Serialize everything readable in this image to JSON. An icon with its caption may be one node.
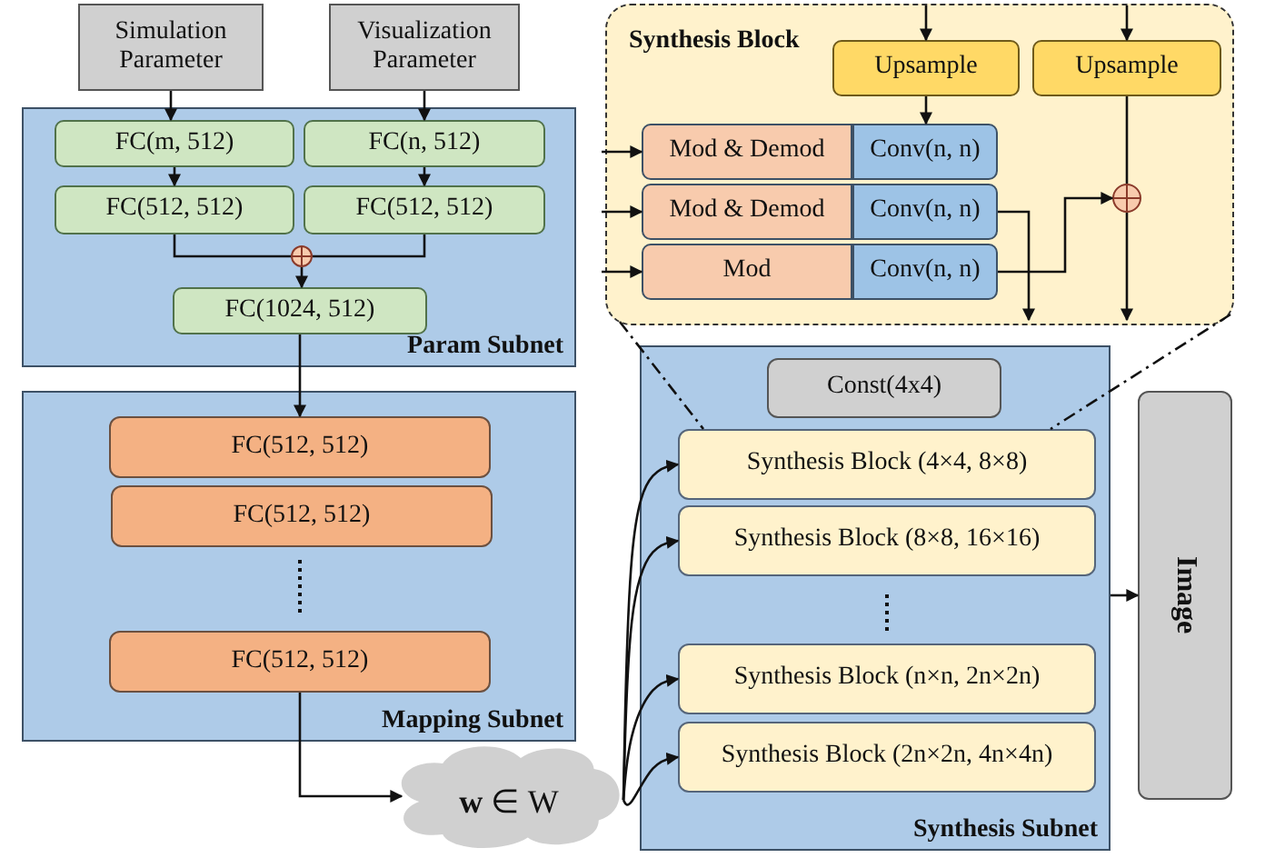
{
  "diagram": {
    "nodes": [
      {
        "text": [
          "Simulation Parameter"
        ]
      },
      {
        "text": [
          "Visualization Parameter"
        ]
      },
      {
        "text": [
          "Param Subnet"
        ]
      },
      {
        "text": [
          "FC(m, 512)"
        ],
        "in": 2
      },
      {
        "text": [
          "FC(n, 512)"
        ],
        "in": 2
      },
      {
        "text": [
          "FC(512, 512)"
        ],
        "in": 2
      },
      {
        "text": [
          "FC(512, 512)"
        ],
        "in": 2
      },
      {
        "text": [],
        "shape": "circle",
        "in": 2
      },
      {
        "text": [
          "FC(1024, 512)"
        ],
        "in": 2
      },
      {
        "text": [
          "Mapping Subnet"
        ]
      },
      {
        "text": [
          "FC(512, 512)"
        ],
        "in": 9
      },
      {
        "text": [
          "FC(512, 512)"
        ],
        "in": 9
      },
      {
        "text": [
          "FC(512, 512)"
        ],
        "in": 9
      },
      {
        "text": [
          "**w** ∈ W"
        ]
      },
      {
        "text": [
          "Synthesis Subnet"
        ]
      },
      {
        "text": [
          "Const(4x4)"
        ],
        "in": 14
      },
      {
        "text": [
          "Synthesis Block (4×4, 8×8)"
        ],
        "in": 14
      },
      {
        "text": [
          "Synthesis Block (8×8, 16×16)"
        ],
        "in": 14
      },
      {
        "text": [
          "Synthesis Block (n×n, 2n×2n)"
        ],
        "in": 14
      },
      {
        "text": [
          "Synthesis Block (2n×2n, 4n×4n)"
        ],
        "in": 14
      },
      {
        "text": [
          "Image"
        ]
      },
      {
        "text": [
          "Synthesis Block"
        ]
      },
      {
        "text": [
          "Upsample"
        ],
        "in": 21
      },
      {
        "text": [
          "Upsample"
        ],
        "in": 21
      },
      {
        "text": [
          "Mod & Demod"
        ],
        "in": 21
      },
      {
        "text": [
          "Conv(n, n)"
        ],
        "in": 21
      },
      {
        "text": [
          "Mod & Demod"
        ],
        "in": 21
      },
      {
        "text": [
          "Conv(n, n)"
        ],
        "in": 21
      },
      {
        "text": [
          "Mod"
        ],
        "in": 21
      },
      {
        "text": [
          "Conv(n, n)"
        ],
        "in": 21
      },
      {
        "text": [],
        "shape": "circle",
        "in": 21
      }
    ],
    "edges": [
      {
        "from": 0,
        "to": 3,
        "arrow": "to"
      },
      {
        "from": 1,
        "to": 4,
        "arrow": "to"
      },
      {
        "from": 3,
        "to": 5,
        "arrow": "to"
      },
      {
        "from": 4,
        "to": 6,
        "arrow": "to"
      },
      {
        "from": 5,
        "to": 7,
        "arrow": "none"
      },
      {
        "from": 6,
        "to": 7,
        "arrow": "none"
      },
      {
        "from": 7,
        "to": 8,
        "arrow": "to"
      },
      {
        "from": 8,
        "to": 10,
        "arrow": "to"
      },
      {
        "from": 12,
        "to": 13,
        "arrow": "to"
      },
      {
        "from": 13,
        "to": 16,
        "arrow": "to"
      },
      {
        "from": 13,
        "to": 17,
        "arrow": "to"
      },
      {
        "from": 13,
        "to": 18,
        "arrow": "to"
      },
      {
        "from": 13,
        "to": 19,
        "arrow": "to"
      },
      {
        "from": 14,
        "to": 20,
        "arrow": "to"
      },
      {
        "from": null,
        "to": 22,
        "arrow": "to"
      },
      {
        "from": null,
        "to": 23,
        "arrow": "to"
      },
      {
        "from": 22,
        "to": 25,
        "arrow": "to"
      },
      {
        "from": null,
        "to": 24,
        "arrow": "to"
      },
      {
        "from": null,
        "to": 26,
        "arrow": "to"
      },
      {
        "from": null,
        "to": 28,
        "arrow": "to"
      },
      {
        "from": 27,
        "to": null,
        "arrow": "to"
      },
      {
        "from": 29,
        "to": 30,
        "arrow": "to"
      },
      {
        "from": 23,
        "to": 30,
        "arrow": "none"
      },
      {
        "from": 30,
        "to": null,
        "arrow": "to"
      },
      {
        "from": 21,
        "to": 16,
        "arrow": "none",
        "style": "dashed"
      },
      {
        "from": 21,
        "to": 16,
        "arrow": "none",
        "style": "dashed"
      }
    ]
  }
}
